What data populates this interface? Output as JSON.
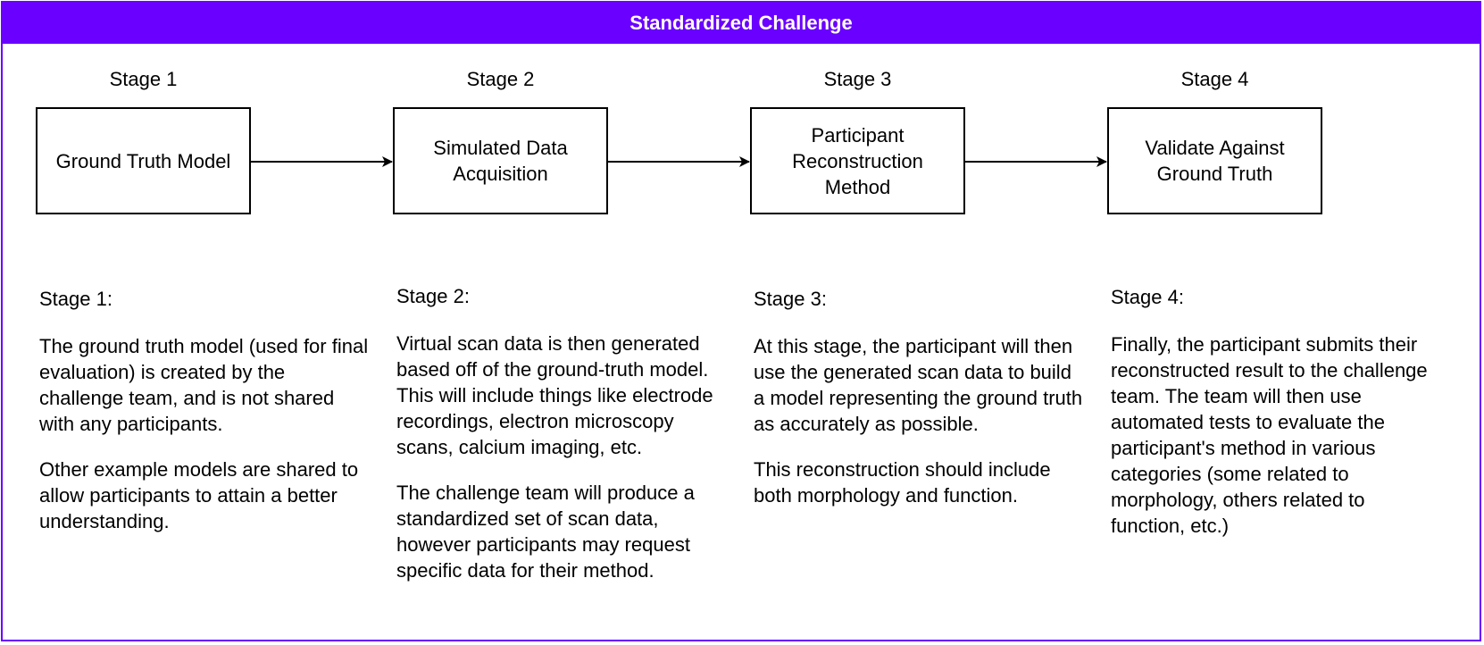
{
  "title": "Standardized Challenge",
  "stages": [
    {
      "label": "Stage 1",
      "box": "Ground Truth Model",
      "heading": "Stage 1:",
      "paragraphs": [
        "The ground truth model (used for final evaluation) is created by the challenge team, and is not shared with any participants.",
        "Other example models are shared to allow participants to attain a better understanding."
      ]
    },
    {
      "label": "Stage 2",
      "box": "Simulated Data Acquisition",
      "heading": "Stage 2:",
      "paragraphs": [
        "Virtual scan data is then generated based off of the ground-truth model. This will include things like electrode recordings, electron microscopy scans, calcium imaging, etc.",
        "The challenge team will produce a standardized set of scan data, however participants may request specific data for their method."
      ]
    },
    {
      "label": "Stage 3",
      "box": "Participant Reconstruction Method",
      "heading": "Stage 3:",
      "paragraphs": [
        "At this stage, the participant will then use the generated scan data to build a model representing the ground truth as accurately as possible.",
        "This reconstruction should include both morphology and function."
      ]
    },
    {
      "label": "Stage 4",
      "box": "Validate Against Ground Truth",
      "heading": "Stage 4:",
      "paragraphs": [
        "Finally, the participant submits their reconstructed result to the challenge team. The team will then use automated tests to evaluate the participant's method in various categories (some related to morphology, others related to function, etc.)"
      ]
    }
  ],
  "colors": {
    "header": "#6a00ff",
    "border": "#6a00ff",
    "stroke": "#000000"
  }
}
